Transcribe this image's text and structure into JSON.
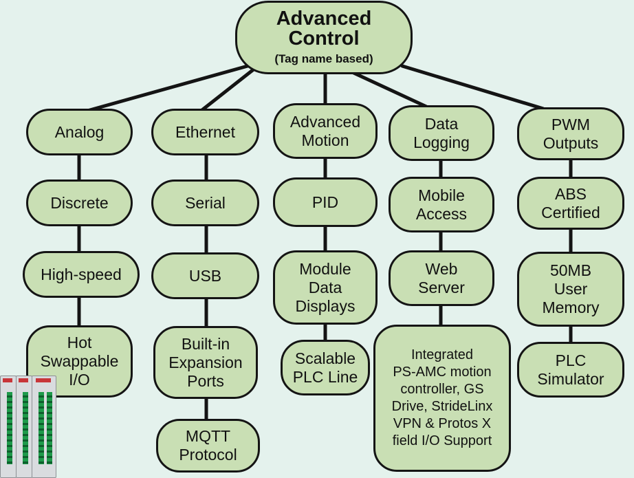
{
  "diagram": {
    "root": {
      "title": "Advanced\nControl",
      "subtitle": "(Tag name based)"
    },
    "columns": [
      {
        "items": [
          "Analog",
          "Discrete",
          "High-speed",
          "Hot\nSwappable\nI/O"
        ]
      },
      {
        "items": [
          "Ethernet",
          "Serial",
          "USB",
          "Built-in\nExpansion\nPorts",
          "MQTT\nProtocol"
        ]
      },
      {
        "items": [
          "Advanced\nMotion",
          "PID",
          "Module\nData\nDisplays",
          "Scalable\nPLC Line"
        ]
      },
      {
        "items": [
          "Data\nLogging",
          "Mobile\nAccess",
          "Web\nServer",
          "Integrated\nPS-AMC motion\ncontroller, GS\nDrive, StrideLinx\nVPN  & Protos X\nfield I/O Support"
        ]
      },
      {
        "items": [
          "PWM\nOutputs",
          "ABS\nCertified",
          "50MB\nUser\nMemory",
          "PLC\nSimulator"
        ]
      }
    ]
  },
  "colors": {
    "background": "#e4f2ed",
    "node_fill": "#c9dfb4",
    "border": "#141414"
  },
  "icons": {
    "hardware": "plc-hardware-icon"
  }
}
